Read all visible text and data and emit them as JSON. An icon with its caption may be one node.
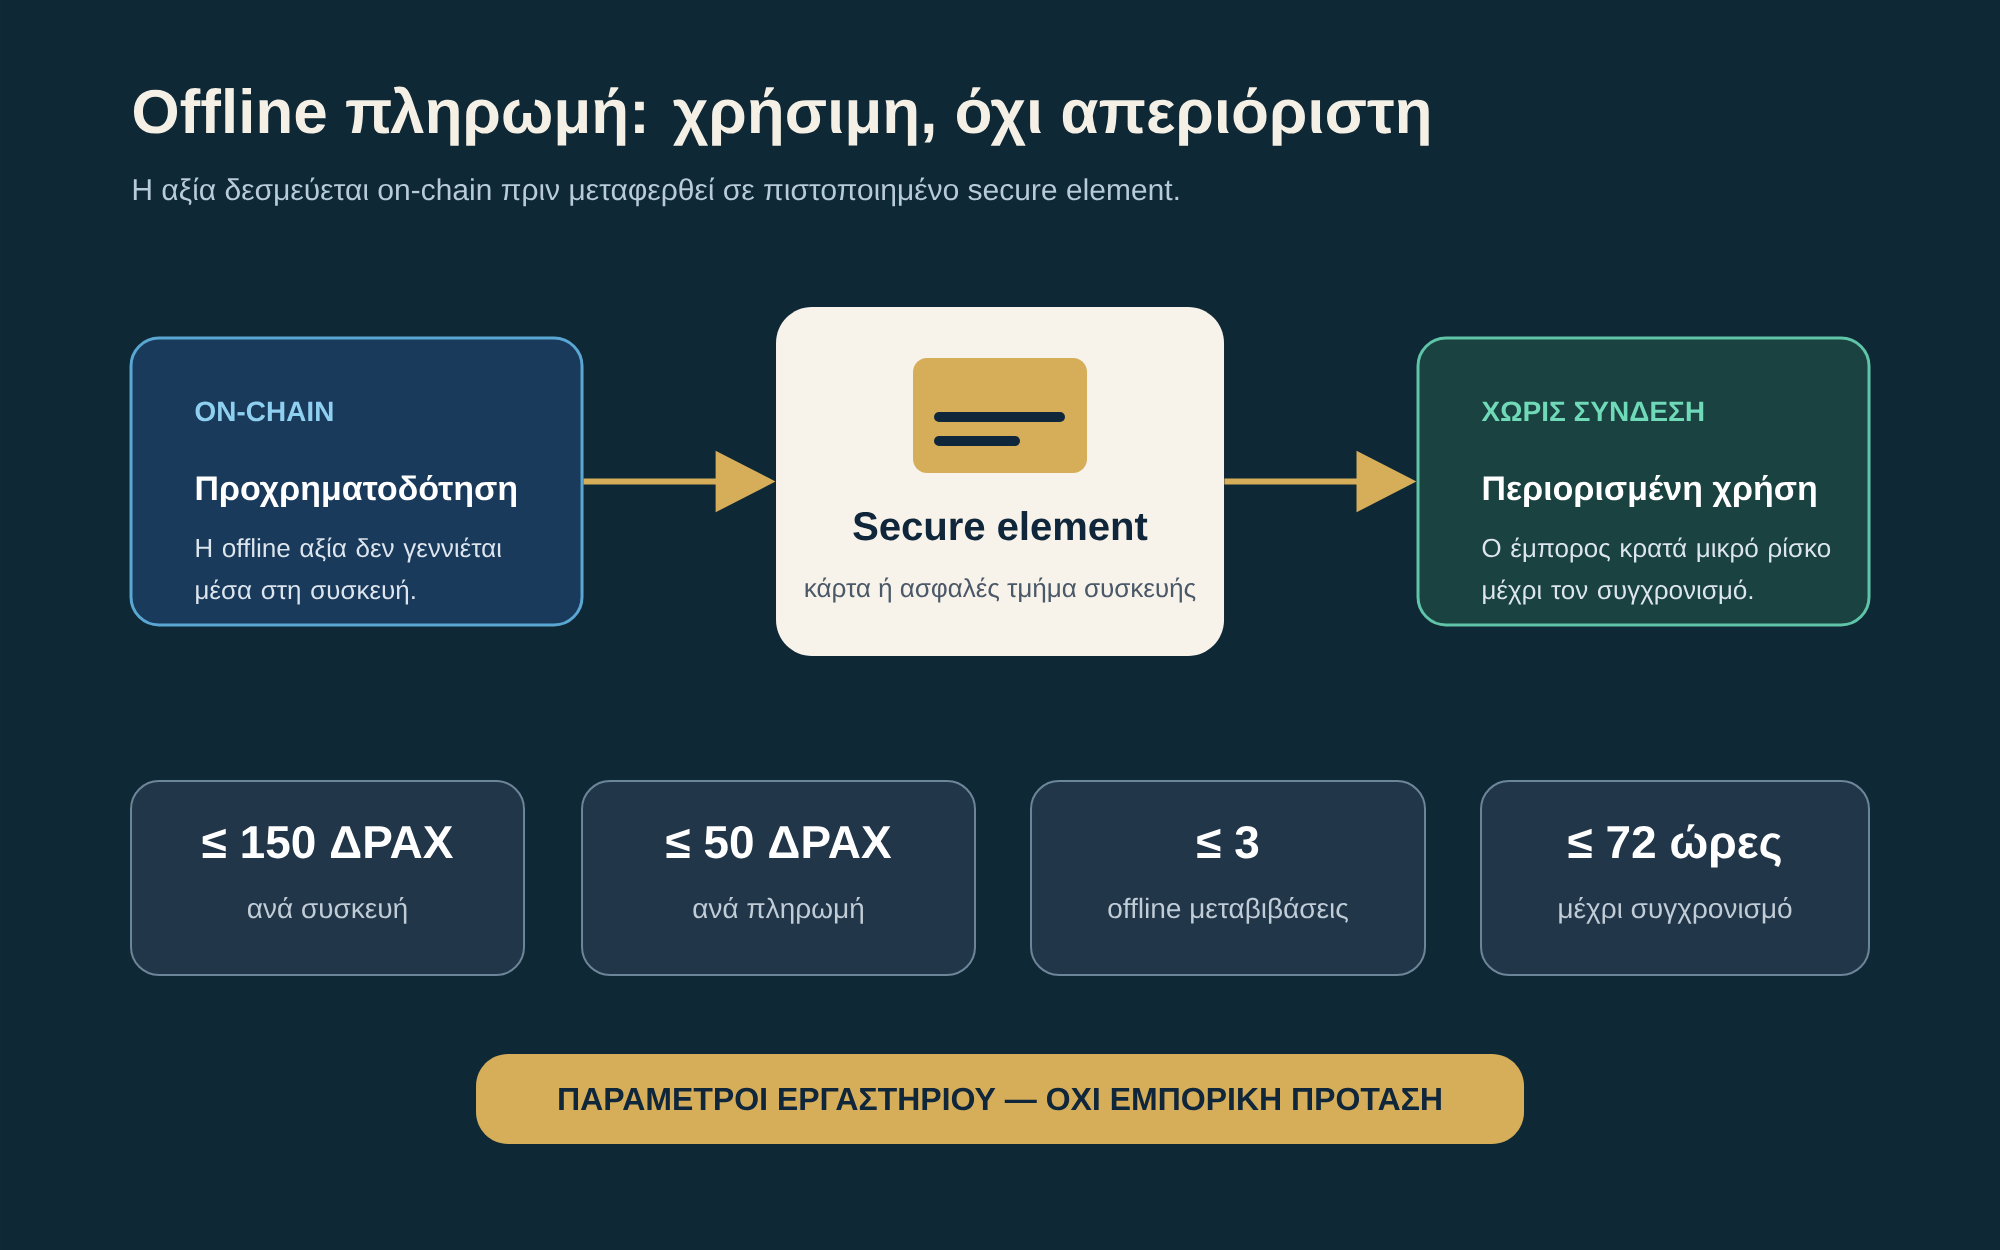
{
  "diagram": {
    "title": "Offline πληρωμή: χρήσιμη, όχι απεριόριστη",
    "nodes": [
      {
        "text": [
          "ON-CHAIN",
          "Προχρηματοδότηση",
          "Η offline αξία δεν γεννιέται μέσα στη συσκευή."
        ]
      },
      {
        "text": [
          "Secure element",
          "κάρτα ή ασφαλές τμήμα συσκευής"
        ]
      },
      {
        "text": [
          "ΧΩΡΙΣ ΣΥΝΔΕΣΗ",
          "Περιορισμένη χρήση",
          "Ο έμπορος κρατά μικρό ρίσκο μέχρι τον συγχρονισμό."
        ]
      },
      {
        "text": [
          "≤ 150 ΔΡΑΧ",
          "ανά συσκευή"
        ]
      },
      {
        "text": [
          "≤ 50 ΔΡΑΧ",
          "ανά πληρωμή"
        ]
      },
      {
        "text": [
          "≤ 3",
          "offline μεταβιβάσεις"
        ]
      },
      {
        "text": [
          "≤ 72 ώρες",
          "μέχρι συγχρονισμό"
        ]
      },
      {
        "text": [
          "ΠΑΡΑΜΕΤΡΟΙ ΕΡΓΑΣΤΗΡΙΟΥ — ΟΧΙ ΕΜΠΟΡΙΚΗ ΠΡΟΤΑΣΗ"
        ]
      }
    ],
    "edges": [
      {
        "from": 0,
        "to": 1,
        "arrow": "to"
      },
      {
        "from": 1,
        "to": 2,
        "arrow": "to"
      }
    ],
    "labels": [
      "Η αξία δεσμεύεται on-chain πριν μεταφερθεί σε πιστοποιημένο secure element."
    ]
  }
}
